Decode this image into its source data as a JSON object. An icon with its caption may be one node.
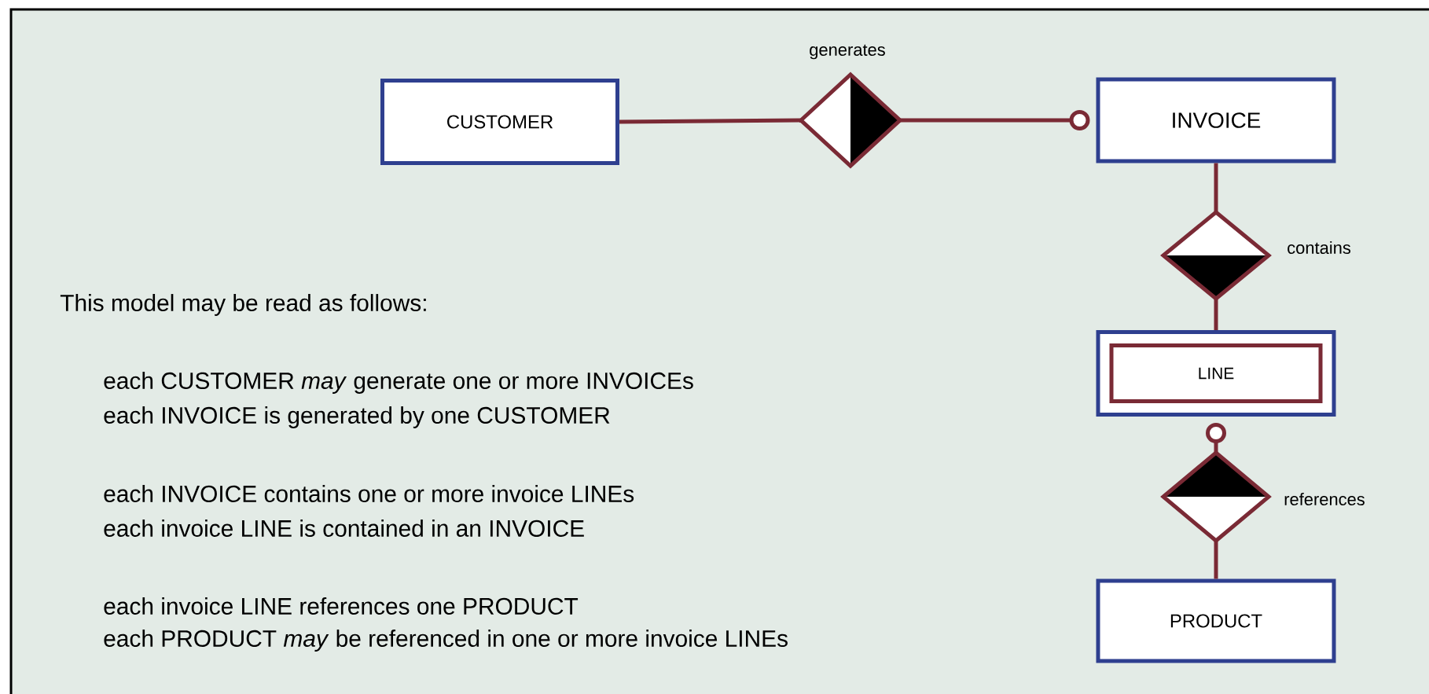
{
  "diagram": {
    "nodes": [
      {
        "text": [
          "CUSTOMER"
        ]
      },
      {
        "text": [],
        "shape": "diamond",
        "beside": [
          "generates"
        ]
      },
      {
        "text": [
          "INVOICE"
        ]
      },
      {
        "text": [],
        "shape": "diamond",
        "beside": [
          "contains"
        ]
      },
      {
        "text": [
          "LINE"
        ]
      },
      {
        "text": [],
        "shape": "diamond",
        "beside": [
          "references"
        ]
      },
      {
        "text": [
          "PRODUCT"
        ]
      }
    ],
    "edges": [
      {
        "from": 0,
        "to": 1,
        "arrow": "none"
      },
      {
        "from": 1,
        "to": 2,
        "arrow": "other"
      },
      {
        "from": 2,
        "to": 3,
        "arrow": "none"
      },
      {
        "from": 3,
        "to": 4,
        "arrow": "none"
      },
      {
        "from": 5,
        "to": 4,
        "arrow": "other"
      },
      {
        "from": 5,
        "to": 6,
        "arrow": "none"
      }
    ],
    "labels": [
      "This model may be read as follows:",
      "each CUSTOMER *may* generate one or more INVOICEs",
      "each INVOICE is generated by one CUSTOMER",
      "each INVOICE contains one or more invoice LINEs",
      "each invoice LINE is contained in an INVOICE",
      "each invoice LINE references one PRODUCT",
      "each PRODUCT *may* be referenced in one or more invoice LINEs"
    ]
  }
}
